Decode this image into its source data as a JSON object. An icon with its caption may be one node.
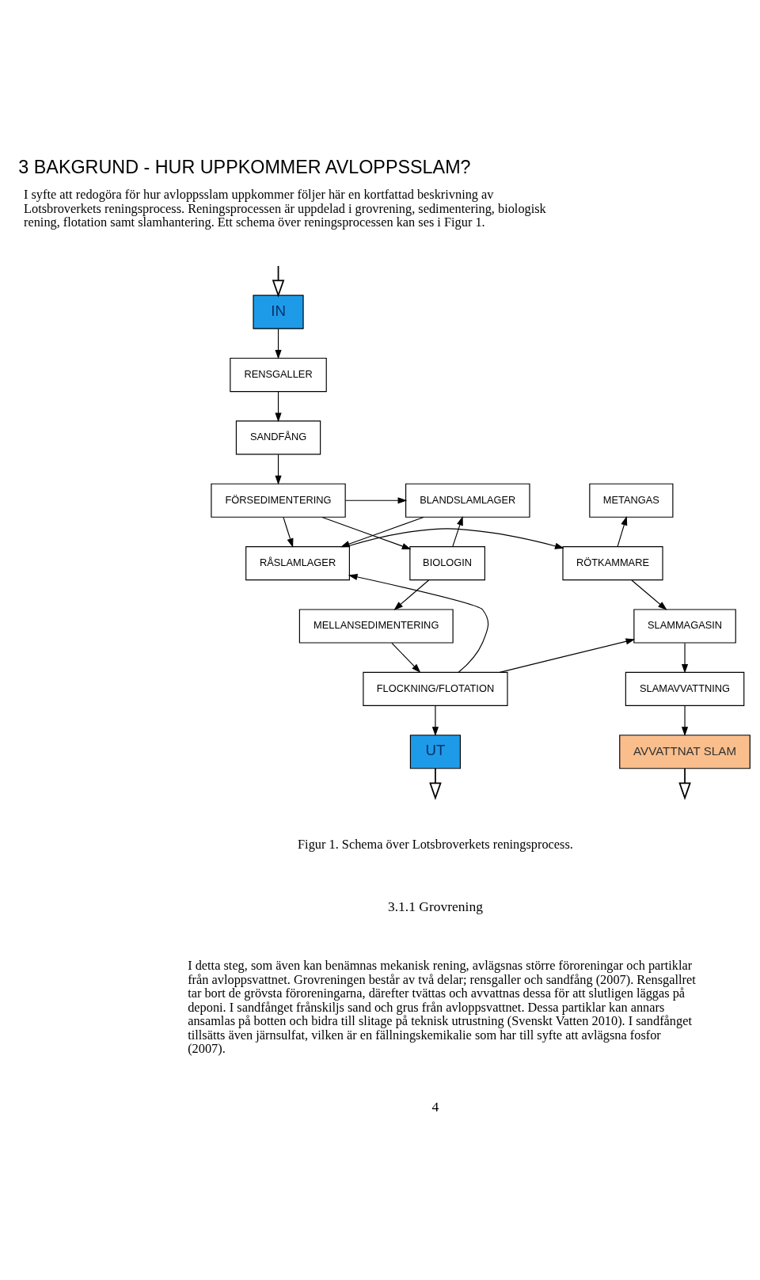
{
  "diagram": {
    "title": "3 BAKGRUND - HUR UPPKOMMER AVLOPPSSLAM?",
    "caption": "Figur 1. Schema över Lotsbroverkets reningsprocess.",
    "nodes": [
      {
        "text": [
          "IN"
        ]
      },
      {
        "text": [
          "RENSGALLER"
        ]
      },
      {
        "text": [
          "SANDFÅNG"
        ]
      },
      {
        "text": [
          "FÖRSEDIMENTERING"
        ]
      },
      {
        "text": [
          "BLANDSLAMLAGER"
        ]
      },
      {
        "text": [
          "METANGAS"
        ]
      },
      {
        "text": [
          "BIOLOGIN"
        ]
      },
      {
        "text": [
          "RÅSLAMLAGER"
        ]
      },
      {
        "text": [
          "RÖTKAMMARE"
        ]
      },
      {
        "text": [
          "MELLANSEDIMENTERING"
        ]
      },
      {
        "text": [
          "SLAMMAGASIN"
        ]
      },
      {
        "text": [
          "FLOCKNING/FLOTATION"
        ]
      },
      {
        "text": [
          "SLAMAVVATTNING"
        ]
      },
      {
        "text": [
          "UT"
        ]
      },
      {
        "text": [
          "AVVATTNAT SLAM"
        ]
      }
    ],
    "edges": [
      {
        "from": null,
        "to": 0,
        "arrow": "to"
      },
      {
        "from": 0,
        "to": 1,
        "arrow": "to"
      },
      {
        "from": 1,
        "to": 2,
        "arrow": "to"
      },
      {
        "from": 2,
        "to": 3,
        "arrow": "to"
      },
      {
        "from": 3,
        "to": 4,
        "arrow": "to"
      },
      {
        "from": 3,
        "to": 7,
        "arrow": "to"
      },
      {
        "from": 3,
        "to": 6,
        "arrow": "to"
      },
      {
        "from": 6,
        "to": 4,
        "arrow": "to"
      },
      {
        "from": 4,
        "to": 7,
        "arrow": "to"
      },
      {
        "from": 8,
        "to": 5,
        "arrow": "to"
      },
      {
        "from": 7,
        "to": 8,
        "arrow": "to"
      },
      {
        "from": 6,
        "to": 9,
        "arrow": "to"
      },
      {
        "from": 8,
        "to": 10,
        "arrow": "to"
      },
      {
        "from": 9,
        "to": 11,
        "arrow": "to"
      },
      {
        "from": 11,
        "to": 7,
        "arrow": "to"
      },
      {
        "from": 11,
        "to": 10,
        "arrow": "to"
      },
      {
        "from": 10,
        "to": 12,
        "arrow": "to"
      },
      {
        "from": 11,
        "to": 13,
        "arrow": "to"
      },
      {
        "from": 12,
        "to": 14,
        "arrow": "to"
      },
      {
        "from": 13,
        "to": null,
        "arrow": "to"
      },
      {
        "from": 14,
        "to": null,
        "arrow": "to"
      }
    ],
    "labels": [
      "I syfte att redogöra för hur avloppsslam uppkommer följer här en kortfattad beskrivning av Lotsbroverkets reningsprocess. Reningsprocessen är uppdelad i grovrening, sedimentering, biologisk rening, flotation samt slamhantering. Ett schema över reningsprocessen kan ses i Figur 1.",
      "3.1.1 Grovrening",
      "I detta steg, som även kan benämnas mekanisk rening, avlägsnas större föroreningar och partiklar från avloppsvattnet. Grovreningen består av två delar; rensgaller och sandfång (2007). Rensgallret tar bort de grövsta föroreningarna, därefter tvättas och avvattnas dessa för att slutligen läggas på deponi. I sandfånget frånskiljs sand och grus från avloppsvattnet. Dessa partiklar kan annars ansamlas på botten och bidra till slitage på teknisk utrustning (Svenskt Vatten 2010). I sandfånget tillsätts även järnsulfat, vilken är en fällningskemikalie som har till syfte att avlägsna fosfor (2007).",
      "4"
    ]
  }
}
